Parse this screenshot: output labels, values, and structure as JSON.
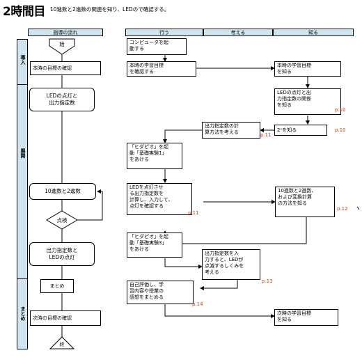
{
  "title": "2時間目",
  "subtitle": "10進数と2進数の関連を知り、LEDので確認する。",
  "headers": {
    "flow": "指導の流れ",
    "do": "行う",
    "think": "考える",
    "know": "知る"
  },
  "stages": [
    "導入",
    "展開",
    "まとめ"
  ],
  "flow": {
    "start": "始",
    "confirm_goal": "本時の目標の確認",
    "led_display": "LEDの点灯と\n出力指定数",
    "dec_bin": "10進数と2進数",
    "check": "点検",
    "out_led": "出力指定数と\nLEDの点灯",
    "summary": "まとめ",
    "next_goal": "次時の目標の確認",
    "end": "終"
  },
  "steps": {
    "s1": "コンピュータを起\n動する",
    "s2": "本時の学習目標\nを確認する",
    "s3": "本時の学習目標\nを知る",
    "s4": "LEDの点灯と出\n力指定数の関係\nを知る",
    "s5": "出力指定数の計\n算方法を考える",
    "s6": "2ⁿを知る",
    "s7": "「ヒダピオ」を起\n動「基礎実験1」\nをあける",
    "s8": "LEDを点灯させ\nる出力指定数を\n計算し、入力して、\n点灯を確認する",
    "s9": "10進数と2進数、\nおよび変換計算\nの方法を知る",
    "s10": "「ヒダピオ」を起\n動「基礎実験3」\nをあける",
    "s11": "出力指定数を入\n力すると、LEDが\n点滅するしくみを\n考える",
    "s12": "自己評価し、学\n習内容や授業の\n感想をまとめる",
    "s13": "次時の学習目標\nを知る"
  },
  "pages": {
    "p1": "p.10",
    "p2": "p.10",
    "p3": "p.11",
    "p4": "p.11",
    "p5": "p.12",
    "p6": "p.13",
    "p7": "p.14"
  }
}
